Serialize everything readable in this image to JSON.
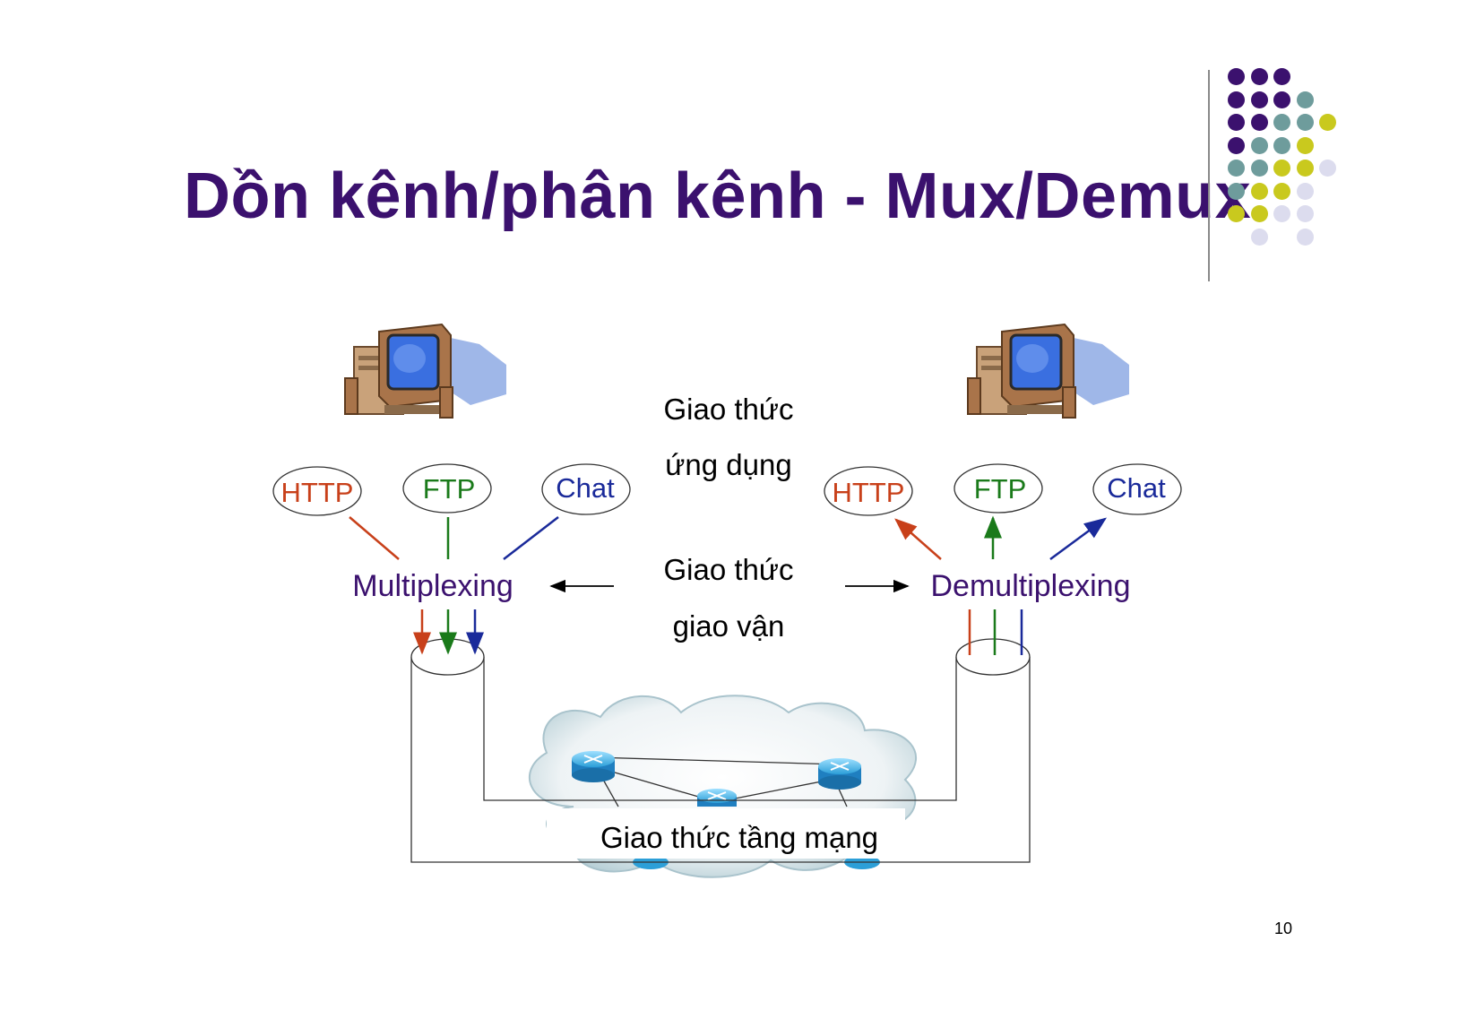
{
  "slide": {
    "title": "Dồn kênh/phân kênh - Mux/Demux",
    "page_number": "10"
  },
  "decoration": {
    "dot_colors": {
      "purple": "#3b116e",
      "teal": "#6e9c9c",
      "yellow": "#c9c91e",
      "lavender": "#dcdcee"
    }
  },
  "diagram": {
    "app_protocol_label": [
      "Giao thức",
      "ứng dụng"
    ],
    "transport_protocol_label": [
      "Giao thức",
      "giao vận"
    ],
    "network_protocol_label": "Giao thức tầng mạng",
    "sender": {
      "apps": [
        "HTTP",
        "FTP",
        "Chat"
      ],
      "process_label": "Multiplexing"
    },
    "receiver": {
      "apps": [
        "HTTP",
        "FTP",
        "Chat"
      ],
      "process_label": "Demultiplexing"
    },
    "colors": {
      "http": "#c8401a",
      "ftp": "#1a7a1a",
      "chat": "#1a2a9a",
      "process": "#3b116e"
    }
  }
}
